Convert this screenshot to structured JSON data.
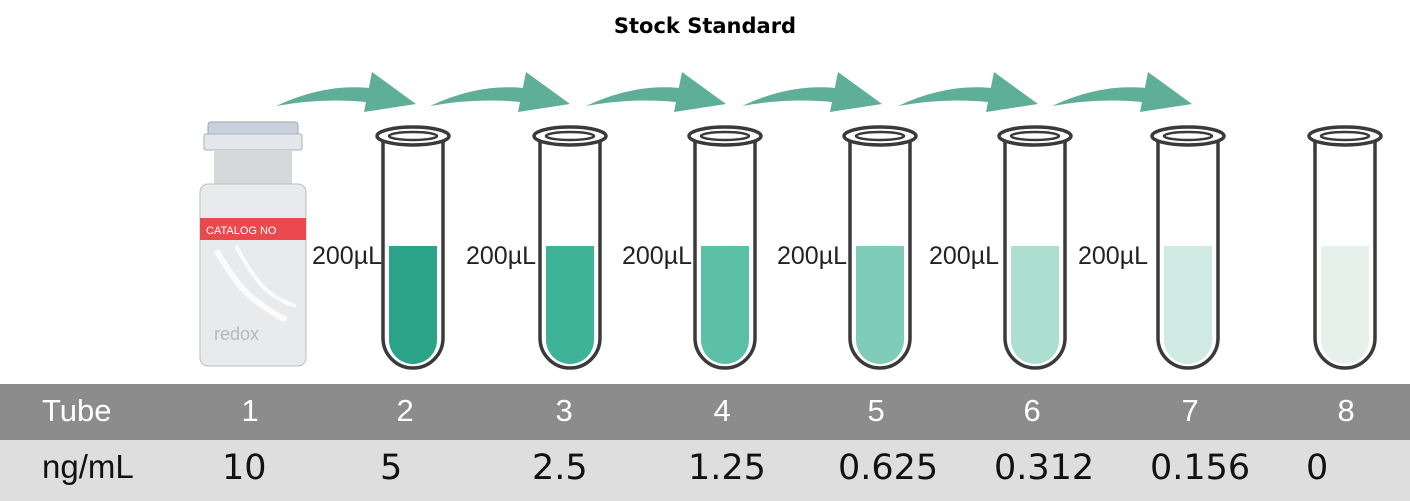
{
  "title": "Stock Standard",
  "vial": {
    "label_text": "CATALOG NO",
    "logo_text": "redox"
  },
  "transfer_volumes": [
    "200µL",
    "200µL",
    "200µL",
    "200µL",
    "200µL",
    "200µL"
  ],
  "tube_fill_colors": [
    "#2aa388",
    "#3fb397",
    "#5cc0a6",
    "#7fcdb8",
    "#addfd1",
    "#cfeae2",
    "#e6f1ec"
  ],
  "arrow_color": "#5fae97",
  "table": {
    "tube_header": "Tube",
    "conc_header": "ng/mL",
    "tubes": [
      "1",
      "2",
      "3",
      "4",
      "5",
      "6",
      "7",
      "8"
    ],
    "concentrations": [
      "10",
      "5",
      "2.5",
      "1.25",
      "0.625",
      "0.312",
      "0.156",
      "0"
    ]
  }
}
